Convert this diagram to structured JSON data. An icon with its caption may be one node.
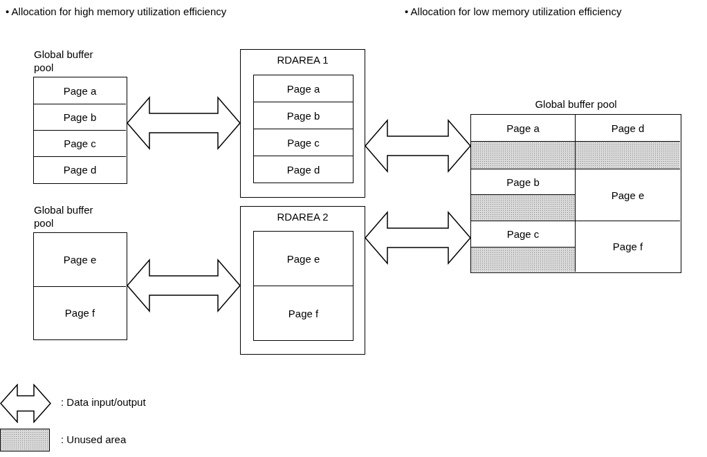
{
  "diagram": {
    "nodes": [
      {
        "text": [
          "Global buffer pool"
        ]
      },
      {
        "text": [
          "Page a"
        ],
        "in": 0
      },
      {
        "text": [
          "Page b"
        ],
        "in": 0
      },
      {
        "text": [
          "Page c"
        ],
        "in": 0
      },
      {
        "text": [
          "Page d"
        ],
        "in": 0
      },
      {
        "text": [
          "RDAREA 1"
        ]
      },
      {
        "text": [
          "Page a"
        ],
        "in": 5
      },
      {
        "text": [
          "Page b"
        ],
        "in": 5
      },
      {
        "text": [
          "Page c"
        ],
        "in": 5
      },
      {
        "text": [
          "Page d"
        ],
        "in": 5
      },
      {
        "text": [
          "Global buffer pool"
        ]
      },
      {
        "text": [
          "Page e"
        ],
        "in": 10
      },
      {
        "text": [
          "Page f"
        ],
        "in": 10
      },
      {
        "text": [
          "RDAREA 2"
        ]
      },
      {
        "text": [
          "Page e"
        ],
        "in": 13
      },
      {
        "text": [
          "Page f"
        ],
        "in": 13
      },
      {
        "text": [
          "Global buffer pool"
        ]
      },
      {
        "text": [
          "Page a"
        ],
        "in": 16
      },
      {
        "text": [
          "Page d"
        ],
        "in": 16
      },
      {
        "text": [],
        "shape": "box",
        "in": 16
      },
      {
        "text": [],
        "shape": "box",
        "in": 16
      },
      {
        "text": [
          "Page b"
        ],
        "in": 16
      },
      {
        "text": [
          "Page e"
        ],
        "in": 16
      },
      {
        "text": [],
        "shape": "box",
        "in": 16
      },
      {
        "text": [
          "Page c"
        ],
        "in": 16
      },
      {
        "text": [
          "Page f"
        ],
        "in": 16
      },
      {
        "text": [],
        "shape": "box",
        "in": 16
      }
    ],
    "edges": [
      {
        "from": 0,
        "to": 5,
        "arrow": "both"
      },
      {
        "from": 10,
        "to": 13,
        "arrow": "both"
      },
      {
        "from": 5,
        "to": 16,
        "arrow": "both"
      },
      {
        "from": 13,
        "to": 16,
        "arrow": "both"
      }
    ],
    "labels": [
      "• Allocation for high memory utilization efficiency",
      "• Allocation for low memory utilization efficiency"
    ],
    "legend": [
      {
        "text": ": Data input/output"
      },
      {
        "text": ": Unused area",
        "color": "#d9d9d9"
      }
    ]
  }
}
